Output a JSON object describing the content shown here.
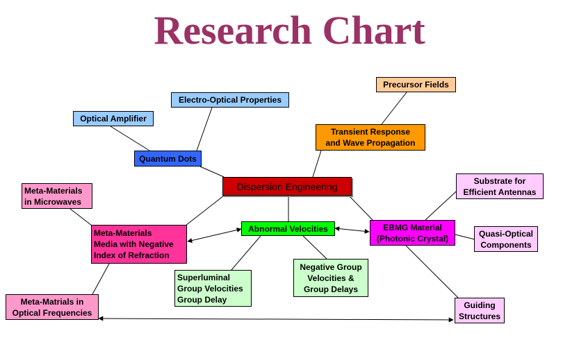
{
  "title": "Research Chart",
  "colors": {
    "title": "#9b3266",
    "central": "#cc0000",
    "quantum": "#3366ff",
    "light_blue": "#99ccff",
    "orange": "#ff9900",
    "peach": "#ffcc99",
    "pink": "#ff99cc",
    "hot_pink": "#ff3399",
    "green": "#00ff00",
    "light_green": "#ccffcc",
    "magenta": "#ff00ff",
    "lavender": "#ffccff"
  },
  "nodes": [
    {
      "id": "dispersion-engineering",
      "text": "Dispersion Engineering"
    },
    {
      "id": "quantum-dots",
      "text": "Quantum Dots"
    },
    {
      "id": "optical-amplifier",
      "text": "Optical Amplifier"
    },
    {
      "id": "electro-optical-properties",
      "text": "Electro-Optical Properties"
    },
    {
      "id": "transient-response",
      "text": "Transient Response\nand Wave Propagation"
    },
    {
      "id": "precursor-fields",
      "text": "Precursor Fields"
    },
    {
      "id": "meta-materials-microwaves",
      "text": "Meta-Materials\nin Microwaves"
    },
    {
      "id": "meta-materials-negative-index",
      "text": "Meta-Materials\nMedia with Negative\nIndex of Refraction"
    },
    {
      "id": "abnormal-velocities",
      "text": "Abnormal Velocities"
    },
    {
      "id": "ebmg-material",
      "text": "EBMG Material\n(Photonic Crystal)"
    },
    {
      "id": "substrate-antennas",
      "text": "Substrate for\nEfficient Antennas"
    },
    {
      "id": "quasi-optical",
      "text": "Quasi-Optical\nComponents"
    },
    {
      "id": "superluminal",
      "text": "Superluminal\nGroup Velocities\nGroup Delay"
    },
    {
      "id": "negative-group",
      "text": "Negative Group\nVelocities &\nGroup Delays"
    },
    {
      "id": "meta-materials-optical",
      "text": "Meta-Matrials in\nOptical Frequencies"
    },
    {
      "id": "guiding-structures",
      "text": "Guiding\nStructures"
    }
  ],
  "connections": [
    {
      "from": "optical-amplifier",
      "to": "quantum-dots",
      "arrow": "none"
    },
    {
      "from": "electro-optical-properties",
      "to": "quantum-dots",
      "arrow": "none"
    },
    {
      "from": "quantum-dots",
      "to": "dispersion-engineering",
      "arrow": "none"
    },
    {
      "from": "precursor-fields",
      "to": "transient-response",
      "arrow": "none"
    },
    {
      "from": "transient-response",
      "to": "dispersion-engineering",
      "arrow": "none"
    },
    {
      "from": "dispersion-engineering",
      "to": "meta-materials-negative-index",
      "arrow": "none"
    },
    {
      "from": "dispersion-engineering",
      "to": "abnormal-velocities",
      "arrow": "none"
    },
    {
      "from": "dispersion-engineering",
      "to": "ebmg-material",
      "arrow": "none"
    },
    {
      "from": "meta-materials-microwaves",
      "to": "meta-materials-negative-index",
      "arrow": "none"
    },
    {
      "from": "meta-materials-negative-index",
      "to": "meta-materials-optical",
      "arrow": "none"
    },
    {
      "from": "abnormal-velocities",
      "to": "meta-materials-negative-index",
      "arrow": "both"
    },
    {
      "from": "abnormal-velocities",
      "to": "ebmg-material",
      "arrow": "both"
    },
    {
      "from": "abnormal-velocities",
      "to": "superluminal",
      "arrow": "none"
    },
    {
      "from": "abnormal-velocities",
      "to": "negative-group",
      "arrow": "none"
    },
    {
      "from": "ebmg-material",
      "to": "substrate-antennas",
      "arrow": "none"
    },
    {
      "from": "ebmg-material",
      "to": "quasi-optical",
      "arrow": "none"
    },
    {
      "from": "ebmg-material",
      "to": "guiding-structures",
      "arrow": "none"
    },
    {
      "from": "meta-materials-optical",
      "to": "guiding-structures",
      "arrow": "both"
    }
  ]
}
